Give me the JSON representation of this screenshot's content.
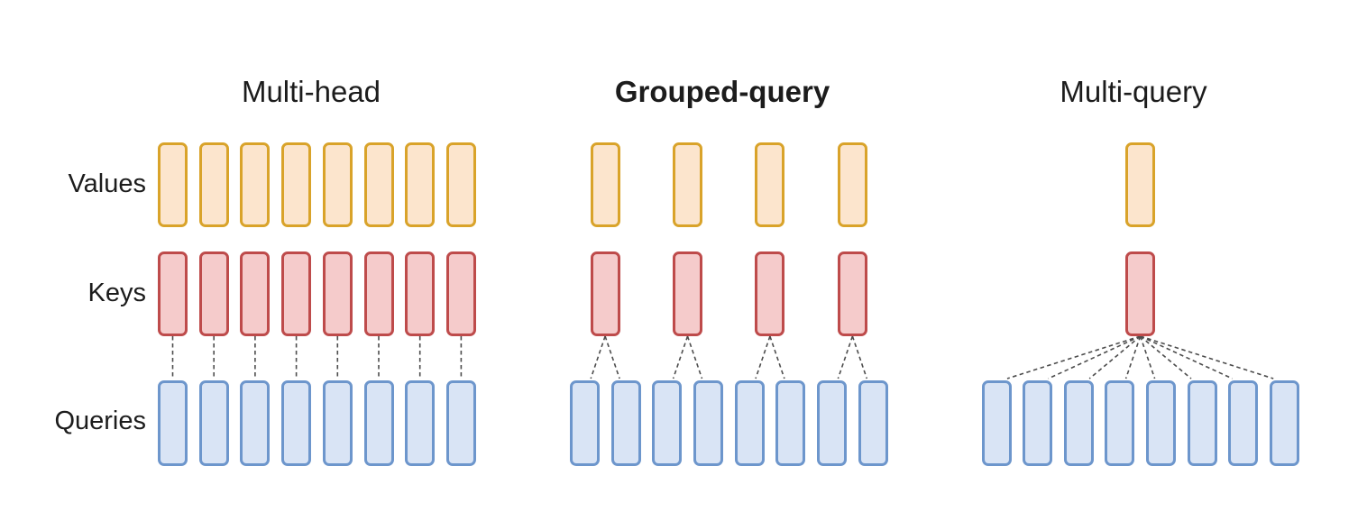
{
  "figure": {
    "row_labels": [
      "Values",
      "Keys",
      "Queries"
    ],
    "panels": [
      {
        "id": "multi-head",
        "title": "Multi-head",
        "title_bold": false,
        "num_values": 8,
        "num_keys": 8,
        "num_queries": 8,
        "queries_per_key": 1
      },
      {
        "id": "grouped-query",
        "title": "Grouped-query",
        "title_bold": true,
        "num_values": 4,
        "num_keys": 4,
        "num_queries": 8,
        "queries_per_key": 2
      },
      {
        "id": "multi-query",
        "title": "Multi-query",
        "title_bold": false,
        "num_values": 1,
        "num_keys": 1,
        "num_queries": 8,
        "queries_per_key": 8
      }
    ],
    "colors": {
      "value_fill": "#FCE5CD",
      "value_border": "#D9A32A",
      "key_fill": "#F5CBCB",
      "key_border": "#BE4B4B",
      "query_fill": "#D9E4F5",
      "query_border": "#6D96CC",
      "connector": "#4D4D4D",
      "text": "#1C1C1C",
      "background": "#FFFFFF"
    }
  }
}
